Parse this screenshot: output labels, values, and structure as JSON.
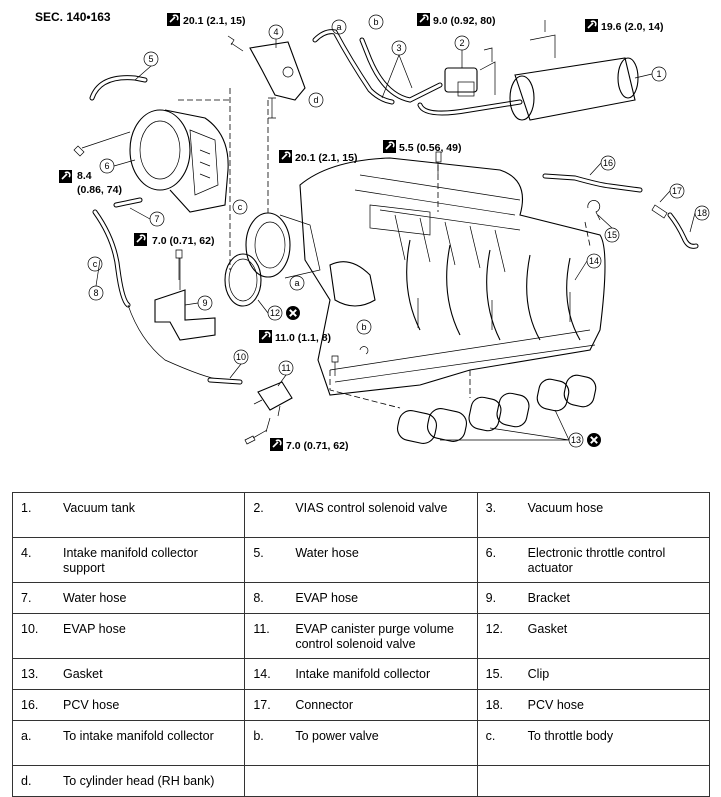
{
  "section_code": "SEC. 140•163",
  "callouts": {
    "c1": "1",
    "c2": "2",
    "c3": "3",
    "c4": "4",
    "c5": "5",
    "c6": "6",
    "c7": "7",
    "c8": "8",
    "c9": "9",
    "c10": "10",
    "c11": "11",
    "c12": "12",
    "c13": "13",
    "c14": "14",
    "c15": "15",
    "c16": "16",
    "c17": "17",
    "c18": "18",
    "ca": "a",
    "cb": "b",
    "cc": "c",
    "cd": "d"
  },
  "torques": {
    "t_support_top": "20.1 (2.1, 15)",
    "t_support_bottom": "20.1 (2.1, 15)",
    "t_solenoid": "9.0 (0.92, 80)",
    "t_tank": "19.6 (2.0, 14)",
    "t_center": "5.5 (0.56, 49)",
    "t_throttle_a": "8.4",
    "t_throttle_b": "(0.86, 74)",
    "t_bracket": "7.0 (0.71, 62)",
    "t_collector": "11.0 (1.1, 8)",
    "t_purge": "7.0 (0.71, 62)"
  },
  "legend": {
    "rows": [
      [
        {
          "num": "1.",
          "text": "Vacuum tank"
        },
        {
          "num": "2.",
          "text": "VIAS control solenoid valve"
        },
        {
          "num": "3.",
          "text": "Vacuum hose"
        }
      ],
      [
        {
          "num": "4.",
          "text": "Intake manifold collector support"
        },
        {
          "num": "5.",
          "text": "Water hose"
        },
        {
          "num": "6.",
          "text": "Electronic throttle control actuator"
        }
      ],
      [
        {
          "num": "7.",
          "text": "Water hose"
        },
        {
          "num": "8.",
          "text": "EVAP hose"
        },
        {
          "num": "9.",
          "text": "Bracket"
        }
      ],
      [
        {
          "num": "10.",
          "text": "EVAP hose"
        },
        {
          "num": "11.",
          "text": "EVAP canister purge volume control solenoid valve"
        },
        {
          "num": "12.",
          "text": "Gasket"
        }
      ],
      [
        {
          "num": "13.",
          "text": "Gasket"
        },
        {
          "num": "14.",
          "text": "Intake manifold collector"
        },
        {
          "num": "15.",
          "text": "Clip"
        }
      ],
      [
        {
          "num": "16.",
          "text": "PCV hose"
        },
        {
          "num": "17.",
          "text": "Connector"
        },
        {
          "num": "18.",
          "text": "PCV hose"
        }
      ],
      [
        {
          "num": "a.",
          "text": "To intake manifold collector"
        },
        {
          "num": "b.",
          "text": "To power valve"
        },
        {
          "num": "c.",
          "text": "To throttle body"
        }
      ],
      [
        {
          "num": "d.",
          "text": "To cylinder head (RH bank)"
        },
        {
          "num": "",
          "text": ""
        },
        {
          "num": "",
          "text": ""
        }
      ]
    ]
  },
  "icons": [
    "torque-wrench-icon",
    "do-not-reuse-icon"
  ]
}
